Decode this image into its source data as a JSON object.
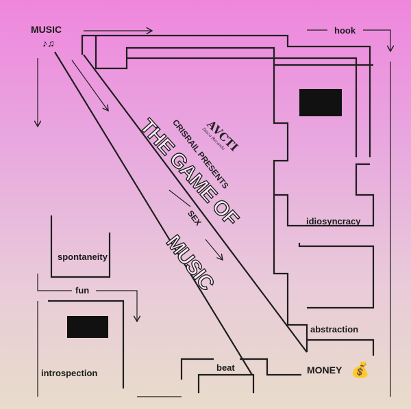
{
  "labels": {
    "music": "MUSIC",
    "money": "MONEY",
    "hook": "hook",
    "idiosyncracy": "idiosyncracy",
    "abstraction": "abstraction",
    "beat": "beat",
    "introspection": "introspection",
    "fun": "fun",
    "spontaneity": "spontaneity",
    "sex": "SEX"
  },
  "title": {
    "presenter": "CRISRAIL PRESENTS",
    "line1": "THE GAME OF",
    "line2": "MUSIC"
  },
  "logo": {
    "mark": "AVCTI",
    "sub": "Disco Records"
  },
  "icons": {
    "music": "music-notes-icon",
    "money": "money-bags-icon"
  },
  "colors": {
    "top": "#ef86dd",
    "bottom": "#e8dcca",
    "ink": "#1a1a1a"
  }
}
